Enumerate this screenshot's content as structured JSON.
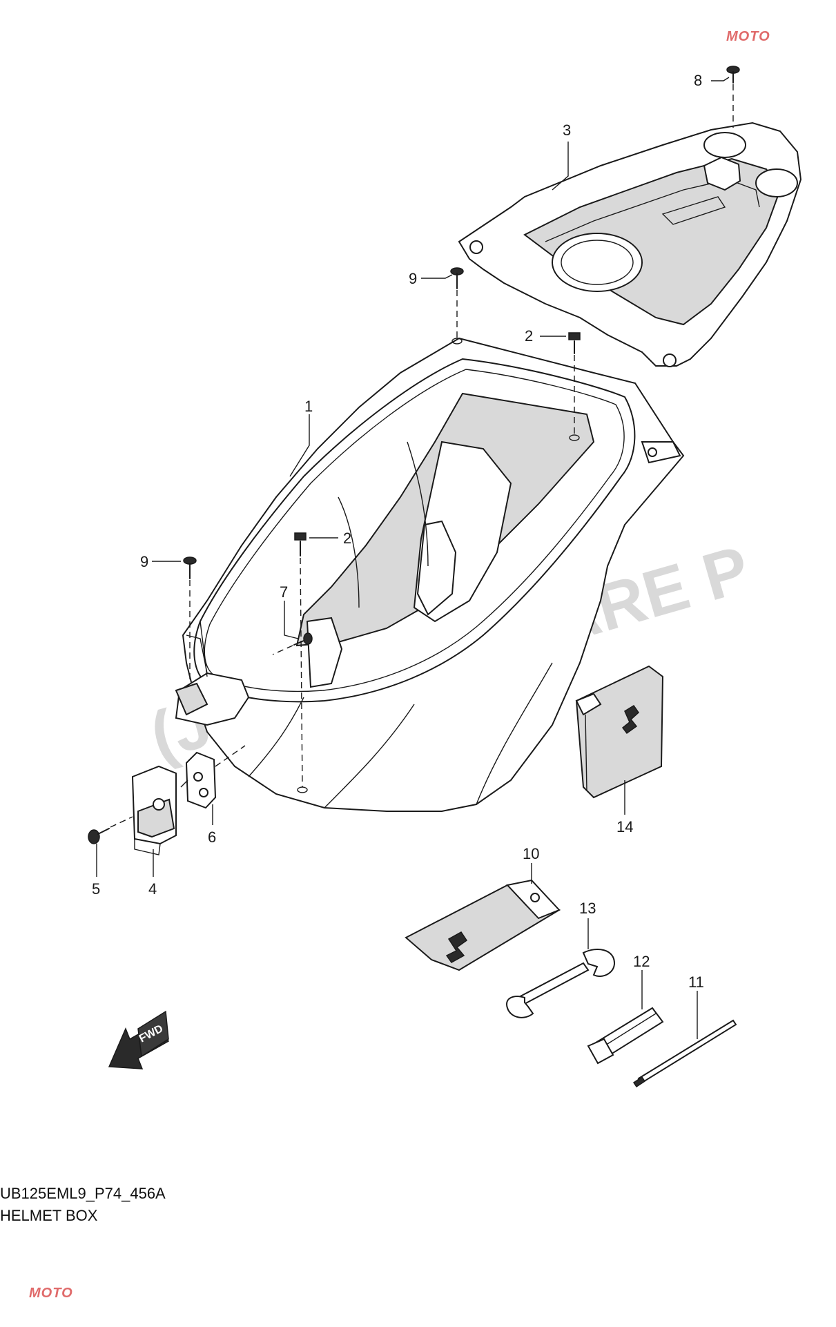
{
  "callouts": {
    "c1": "1",
    "c2a": "2",
    "c2b": "2",
    "c3": "3",
    "c4": "4",
    "c5": "5",
    "c6": "6",
    "c7": "7",
    "c8": "8",
    "c9a": "9",
    "c9b": "9",
    "c10": "10",
    "c11": "11",
    "c12": "12",
    "c13": "13",
    "c14": "14"
  },
  "caption": {
    "code": "UB125EML9_P74_456A",
    "title": "HELMET BOX"
  },
  "direction_arrow": {
    "label": "FWD"
  },
  "watermark": {
    "text": "(JAI) AUTO CARE P"
  },
  "logo": {
    "text": "MOTO"
  },
  "colors": {
    "line": "#1a1a1a",
    "shade": "#d9d9d9",
    "watermark": "#000000",
    "logo": "#e06b6b"
  }
}
